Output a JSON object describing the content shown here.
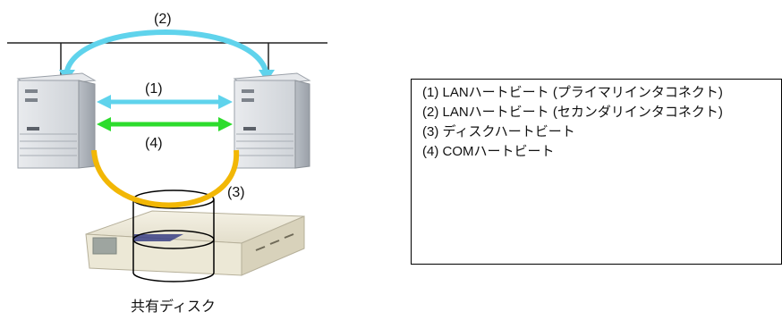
{
  "labels": {
    "arc2": "(2)",
    "link1": "(1)",
    "link4": "(4)",
    "arc3": "(3)",
    "disk_caption": "共有ディスク"
  },
  "legend": [
    "(1)  LANハートビート (プライマリインタコネクト)",
    "(2)  LANハートビート (セカンダリインタコネクト)",
    "(3)  ディスクハートビート",
    "(4)  COMハートビート"
  ],
  "colors": {
    "lan_primary": "#5fd3ec",
    "lan_secondary": "#5fd3ec",
    "disk_heartbeat": "#f2b705",
    "com_heartbeat": "#2ddc2d",
    "network_line": "#222222"
  }
}
